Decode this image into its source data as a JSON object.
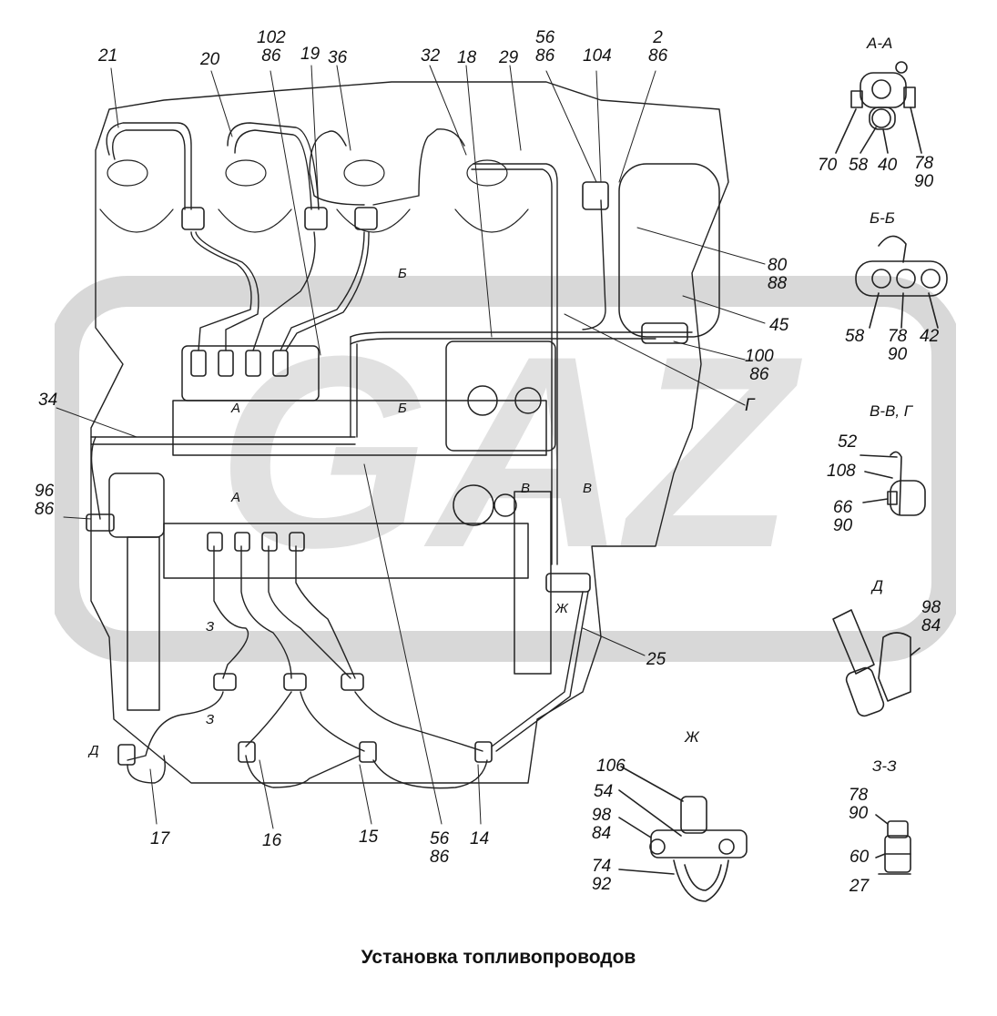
{
  "caption": "Установка топливопроводов",
  "watermark": {
    "text": "GAZ"
  },
  "callouts": [
    {
      "id": "c21",
      "text": "21"
    },
    {
      "id": "c20",
      "text": "20"
    },
    {
      "id": "c102",
      "text": "102\n86"
    },
    {
      "id": "c19",
      "text": "19"
    },
    {
      "id": "c36",
      "text": "36"
    },
    {
      "id": "c32",
      "text": "32"
    },
    {
      "id": "c18",
      "text": "18"
    },
    {
      "id": "c29",
      "text": "29"
    },
    {
      "id": "c56a",
      "text": "56\n86"
    },
    {
      "id": "c104",
      "text": "104"
    },
    {
      "id": "c2",
      "text": "2\n86"
    },
    {
      "id": "c80",
      "text": "80\n88"
    },
    {
      "id": "c45",
      "text": "45"
    },
    {
      "id": "c100",
      "text": "100\n86"
    },
    {
      "id": "cG",
      "text": "Г"
    },
    {
      "id": "c34",
      "text": "34"
    },
    {
      "id": "c96",
      "text": "96\n86"
    },
    {
      "id": "c25",
      "text": "25"
    },
    {
      "id": "c17",
      "text": "17"
    },
    {
      "id": "c16",
      "text": "16"
    },
    {
      "id": "c15",
      "text": "15"
    },
    {
      "id": "c56b",
      "text": "56\n86"
    },
    {
      "id": "c14",
      "text": "14"
    },
    {
      "id": "s70",
      "text": "70"
    },
    {
      "id": "s58a",
      "text": "58"
    },
    {
      "id": "s40",
      "text": "40"
    },
    {
      "id": "s78a",
      "text": "78\n90"
    },
    {
      "id": "s58b",
      "text": "58"
    },
    {
      "id": "s78b",
      "text": "78\n90"
    },
    {
      "id": "s42",
      "text": "42"
    },
    {
      "id": "s52",
      "text": "52"
    },
    {
      "id": "s108",
      "text": "108"
    },
    {
      "id": "s66",
      "text": "66\n90"
    },
    {
      "id": "s98a",
      "text": "98\n84"
    },
    {
      "id": "s106",
      "text": "106"
    },
    {
      "id": "s54",
      "text": "54"
    },
    {
      "id": "s98b",
      "text": "98\n84"
    },
    {
      "id": "s74",
      "text": "74\n92"
    },
    {
      "id": "s78c",
      "text": "78\n90"
    },
    {
      "id": "s60",
      "text": "60"
    },
    {
      "id": "s27",
      "text": "27"
    }
  ],
  "sections": [
    {
      "id": "AA",
      "text": "А-А"
    },
    {
      "id": "BB",
      "text": "Б-Б"
    },
    {
      "id": "VVG",
      "text": "В-В, Г"
    },
    {
      "id": "D",
      "text": "Д"
    },
    {
      "id": "ZH",
      "text": "Ж"
    },
    {
      "id": "ZZ",
      "text": "З-З"
    }
  ],
  "cut_marks": [
    {
      "id": "m1",
      "text": "Б"
    },
    {
      "id": "m2",
      "text": "Б"
    },
    {
      "id": "m3",
      "text": "А"
    },
    {
      "id": "m4",
      "text": "А"
    },
    {
      "id": "m5",
      "text": "В"
    },
    {
      "id": "m6",
      "text": "В"
    },
    {
      "id": "m7",
      "text": "Ж"
    },
    {
      "id": "m8",
      "text": "З"
    },
    {
      "id": "m9",
      "text": "З"
    },
    {
      "id": "m10",
      "text": "Д"
    }
  ]
}
